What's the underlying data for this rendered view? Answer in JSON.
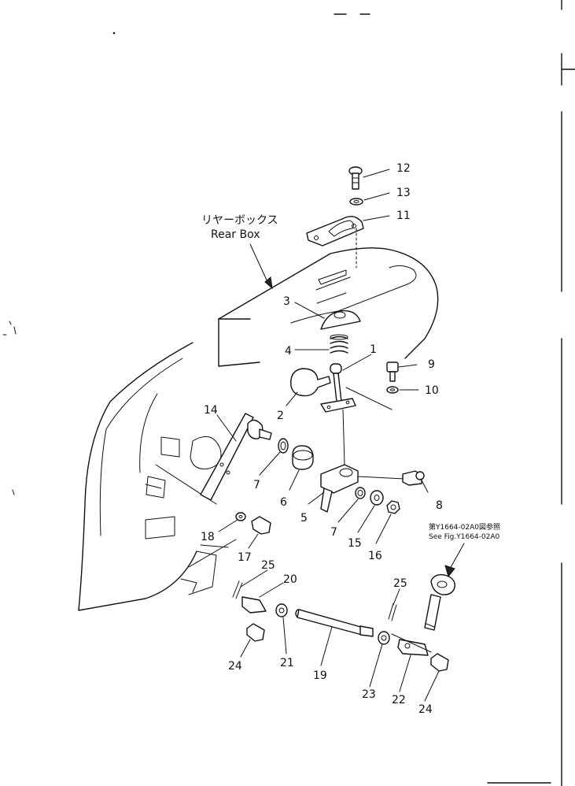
{
  "rear_box_label": {
    "japanese": "リヤーボックス",
    "english": "Rear Box"
  },
  "reference_note": {
    "japanese": "第Y1664-02A0図参照",
    "english": "See Fig.Y1664-02A0"
  },
  "callouts": {
    "c1": "1",
    "c2": "2",
    "c3": "3",
    "c4": "4",
    "c5": "5",
    "c6": "6",
    "c7a": "7",
    "c7b": "7",
    "c8": "8",
    "c9": "9",
    "c10": "10",
    "c11": "11",
    "c12": "12",
    "c13": "13",
    "c14": "14",
    "c15": "15",
    "c16": "16",
    "c17": "17",
    "c18": "18",
    "c19": "19",
    "c20": "20",
    "c21": "21",
    "c22": "22",
    "c23": "23",
    "c24a": "24",
    "c24b": "24",
    "c25a": "25",
    "c25b": "25"
  }
}
